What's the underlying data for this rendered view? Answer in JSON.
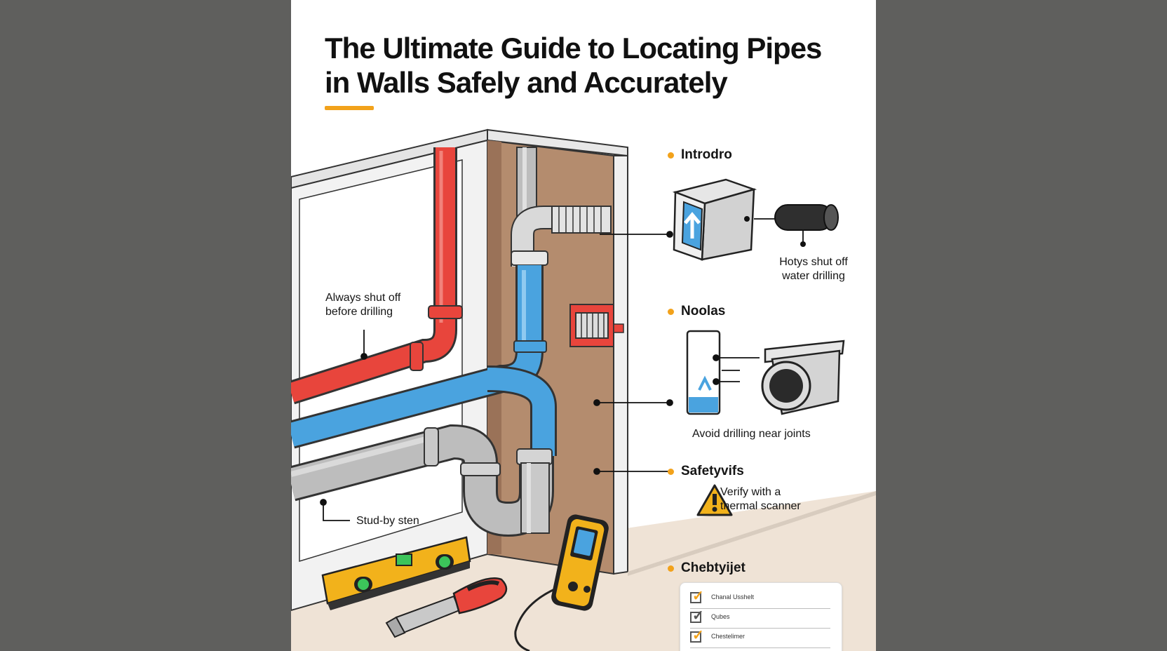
{
  "title": {
    "line1": "The Ultimate Guide to Locating Pipes",
    "line2": "in Walls Safely and Accurately"
  },
  "colors": {
    "accent": "#f2a21b",
    "hot_pipe": "#e8453c",
    "cold_pipe": "#4aa3df",
    "drain_pipe": "#b9b9b9",
    "stud_wall": "#b48c6e",
    "floor": "#efe3d6"
  },
  "callouts": {
    "left_top": [
      "Always shut off",
      "before drilling"
    ],
    "left_bottom": "Stud-by sten"
  },
  "sections": [
    {
      "heading": "Introdro",
      "icons": [
        "access-panel-icon",
        "pipe-camera-icon"
      ],
      "caption": [
        "Hotys shut off",
        "water drilling"
      ]
    },
    {
      "heading": "Noolas",
      "icons": [
        "stud-finder-icon",
        "pipe-fitting-icon"
      ],
      "caption": [
        "Avoid drilling near joints"
      ]
    },
    {
      "heading": "Safetyvifs",
      "icons": [
        "warning-icon"
      ],
      "caption": [
        "Verify with a",
        "thermal scanner"
      ]
    },
    {
      "heading": "Chebtyijet",
      "checklist": [
        {
          "label": "Chanal Usshelt",
          "checked": true,
          "color": "#f2a21b"
        },
        {
          "label": "Qubes",
          "checked": true,
          "color": "#555555"
        },
        {
          "label": "Chestelimer",
          "checked": true,
          "color": "#f2a21b"
        }
      ]
    }
  ],
  "tools": [
    "spirit-level-icon",
    "screwdriver-icon",
    "multimeter-icon"
  ]
}
